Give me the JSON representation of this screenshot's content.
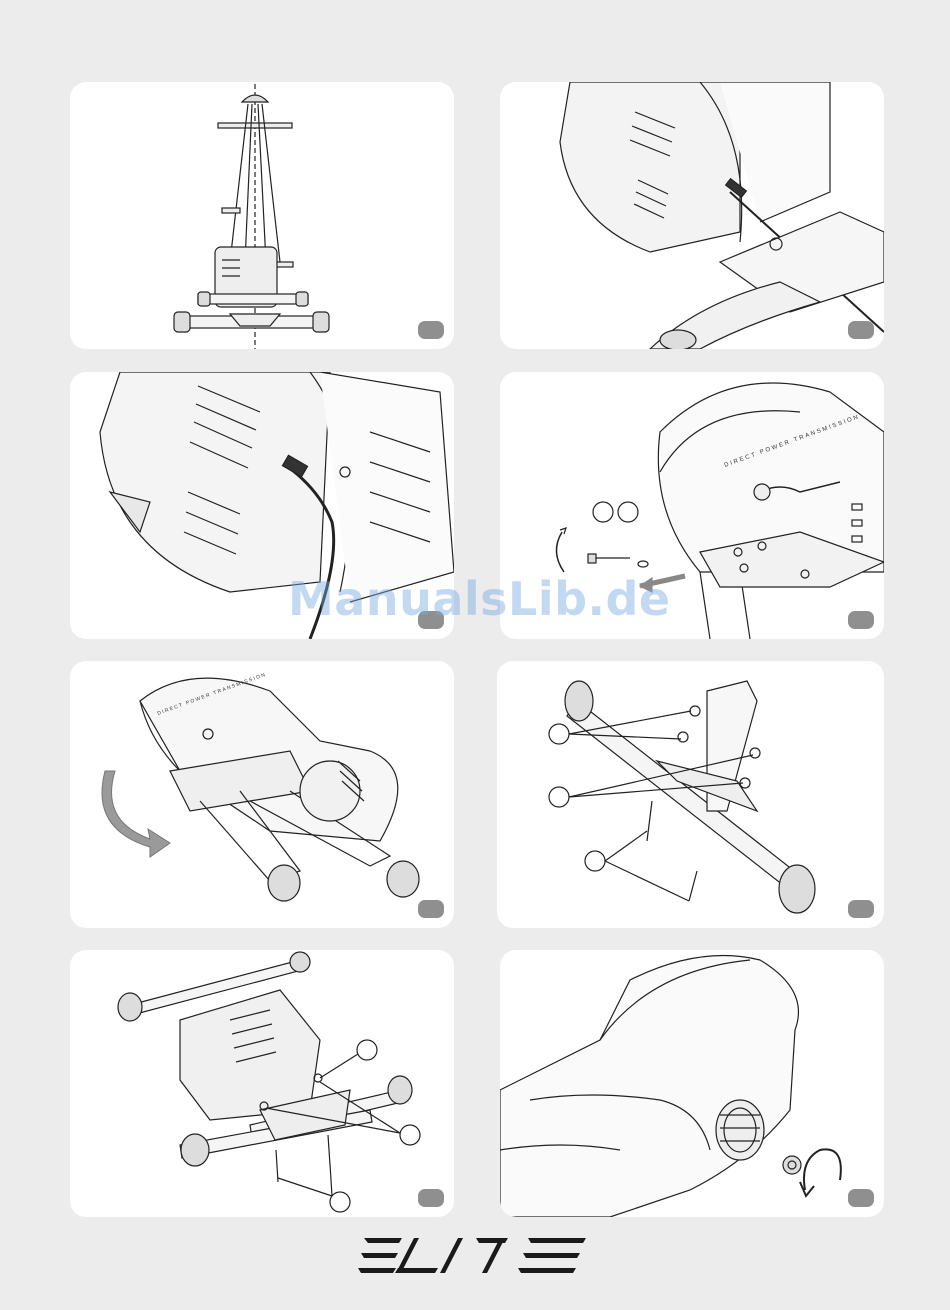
{
  "panels": [
    {
      "id": "step-1"
    },
    {
      "id": "step-2"
    },
    {
      "id": "step-3"
    },
    {
      "id": "step-4",
      "flywheel_text": "DIRECT POWER TRANSMISSION"
    },
    {
      "id": "step-5",
      "flywheel_text": "DIRECT POWER TRANSMISSION"
    },
    {
      "id": "step-6"
    },
    {
      "id": "step-7"
    },
    {
      "id": "step-8"
    }
  ],
  "watermark": "ManualsLib.de",
  "brand_logo": "ELITE",
  "colors": {
    "page": "#ececec",
    "panel": "#ffffff",
    "badge": "#8f8f8f",
    "line": "#222222",
    "arrow": "#9a9a9a"
  }
}
